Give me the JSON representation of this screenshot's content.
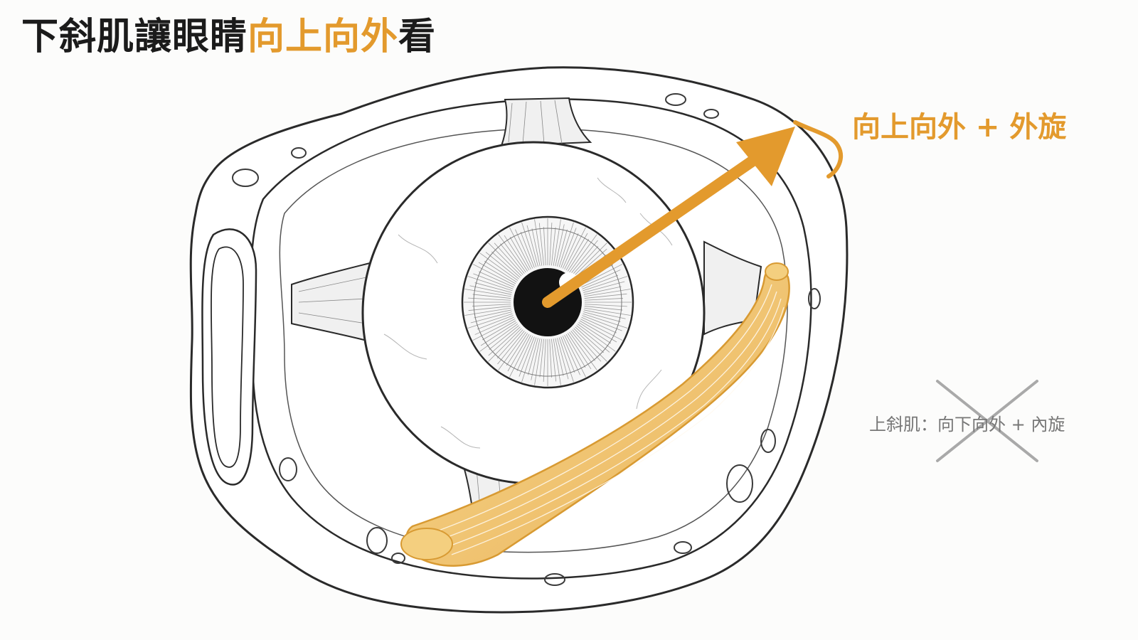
{
  "title": {
    "prefix": "下斜肌讓眼睛",
    "highlight": "向上向外",
    "suffix": "看"
  },
  "labels": {
    "inferior_oblique_action": "向上向外 + 外旋",
    "superior_oblique_action": "上斜肌：向下向外 + 內旋"
  },
  "colors": {
    "accent": "#e39a2d",
    "text": "#1b1b1b",
    "muted": "#777777",
    "line": "#2a2a2a",
    "cross": "#a9a9a9",
    "muscle_fill": "#f3c86f"
  },
  "icons": {
    "direction_arrow": "arrow-up-right-icon",
    "rotation_mark": "extorsion-curve-icon",
    "strike": "cross-out-icon"
  }
}
